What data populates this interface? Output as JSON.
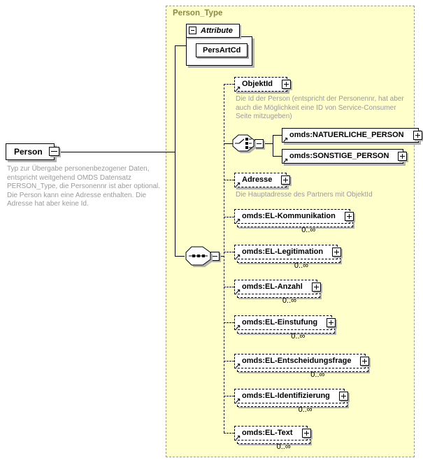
{
  "container": {
    "title": "Person_Type"
  },
  "person": {
    "label": "Person",
    "annotation": "Typ zur Übergabe personenbezogener Daten, entspricht weitgehend OMDS Datensatz PERSON_Type, die Personennr ist aber optional. Die Person kann eine Adresse enthalten. Die Adresse hat aber keine Id."
  },
  "attributes": {
    "header": "Attribute",
    "items": [
      {
        "name": "PersArtCd"
      }
    ]
  },
  "choice": {
    "options": [
      {
        "name": "omds:NATUERLICHE_PERSON"
      },
      {
        "name": "omds:SONSTIGE_PERSON"
      }
    ]
  },
  "elements": [
    {
      "name": "ObjektId",
      "optional": true,
      "annotation": "Die Id der Person (entspricht der Personennr, hat aber auch die Möglichkeit eine ID von Service-Consumer Seite mitzugeben)"
    },
    {
      "name": "Adresse",
      "optional": true,
      "annotation": "Die Hauptadresse des Partners mit ObjektId"
    },
    {
      "name": "omds:EL-Kommunikation",
      "occurs": "0..∞"
    },
    {
      "name": "omds:EL-Legitimation",
      "occurs": "0..∞"
    },
    {
      "name": "omds:EL-Anzahl",
      "occurs": "0..∞"
    },
    {
      "name": "omds:EL-Einstufung",
      "occurs": "0..∞"
    },
    {
      "name": "omds:EL-Entscheidungsfrage",
      "occurs": "0..∞"
    },
    {
      "name": "omds:EL-Identifizierung",
      "occurs": "0..∞"
    },
    {
      "name": "omds:EL-Text",
      "occurs": "0..∞"
    }
  ],
  "colors": {
    "container_bg": "#ffffcc",
    "container_title": "#8a8a44",
    "annotation_text": "#9a9a9a",
    "shadow": "#b3b3b3"
  }
}
